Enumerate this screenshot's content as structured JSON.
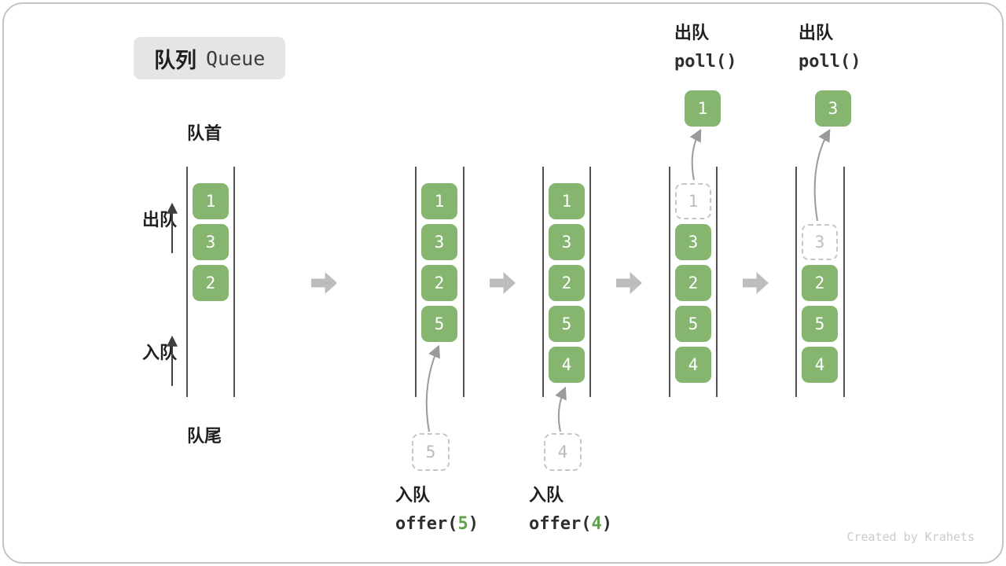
{
  "title": {
    "zh": "队列",
    "en": "Queue"
  },
  "labels": {
    "front": "队首",
    "rear": "队尾",
    "dequeue": "出队",
    "enqueue": "入队"
  },
  "colors": {
    "cell_green": "#86b56f",
    "flow_arrow_gray": "#bdbdbd",
    "dashed_gray": "#c6c6c6",
    "arg_green": "#61a14e"
  },
  "states": [
    {
      "cells": [
        {
          "v": "1"
        },
        {
          "v": "3"
        },
        {
          "v": "2"
        }
      ]
    },
    {
      "cells": [
        {
          "v": "1"
        },
        {
          "v": "3"
        },
        {
          "v": "2"
        },
        {
          "v": "5"
        }
      ],
      "incoming": "5"
    },
    {
      "cells": [
        {
          "v": "1"
        },
        {
          "v": "3"
        },
        {
          "v": "2"
        },
        {
          "v": "5"
        },
        {
          "v": "4"
        }
      ],
      "incoming": "4"
    },
    {
      "cells": [
        {
          "v": "1",
          "removed": true
        },
        {
          "v": "3"
        },
        {
          "v": "2"
        },
        {
          "v": "5"
        },
        {
          "v": "4"
        }
      ],
      "outgoing": "1"
    },
    {
      "cells": [
        {
          "v": "3",
          "removed": true
        },
        {
          "v": "2"
        },
        {
          "v": "5"
        },
        {
          "v": "4"
        }
      ],
      "outgoing": "3"
    }
  ],
  "annotations": {
    "enqueue5": {
      "action": "入队",
      "code_pre": "offer(",
      "arg": "5",
      "code_post": ")"
    },
    "enqueue4": {
      "action": "入队",
      "code_pre": "offer(",
      "arg": "4",
      "code_post": ")"
    },
    "poll1": {
      "action": "出队",
      "code": "poll()"
    },
    "poll2": {
      "action": "出队",
      "code": "poll()"
    }
  },
  "watermark": "Created by Krahets"
}
